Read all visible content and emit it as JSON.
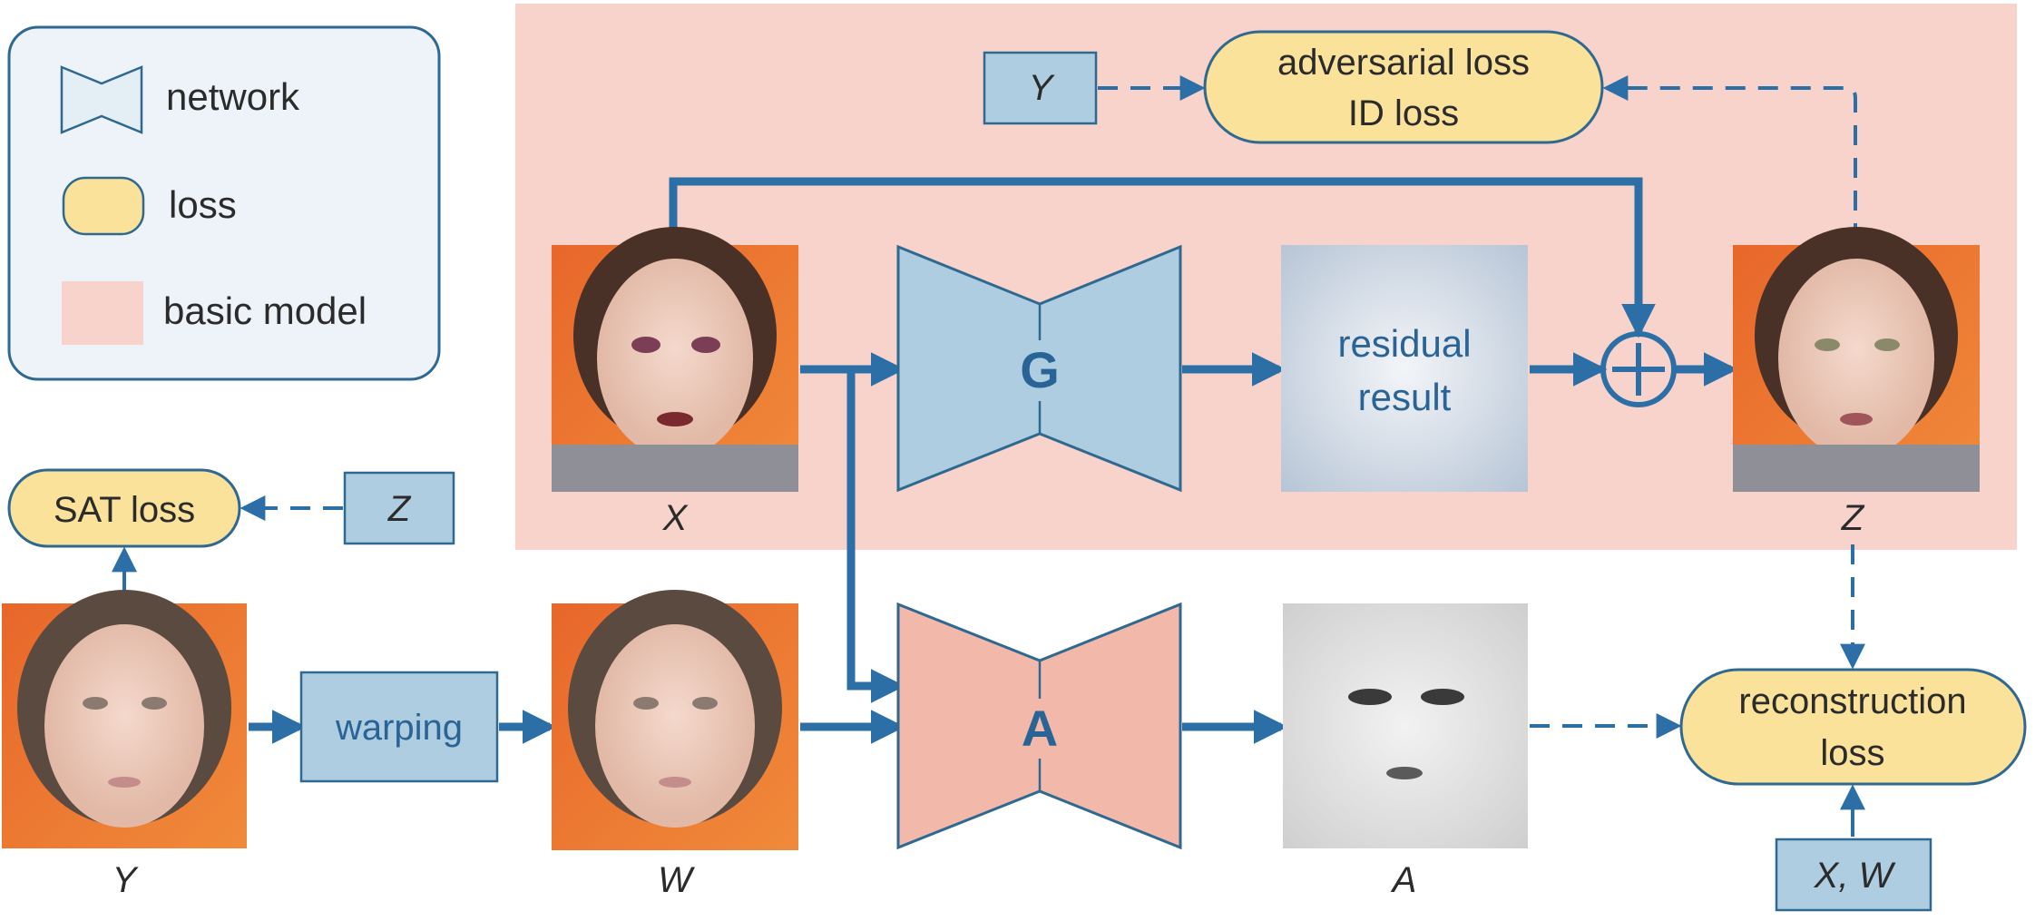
{
  "colors": {
    "blue_box": "#aecde0",
    "blue_stroke": "#2f6891",
    "arrow": "#2b6fa6",
    "loss_fill": "#fbe29a",
    "basic_model_bg": "#f7d3cb",
    "attention_net": "#f2b9aa",
    "legend_bg": "#edf3f9",
    "text_blue": "#2a6496",
    "text_dark": "#2b2b2b"
  },
  "legend": {
    "network_label": "network",
    "loss_label": "loss",
    "basic_model_label": "basic model"
  },
  "top": {
    "y_box": "Y",
    "loss_line1": "adversarial loss",
    "loss_line2": "ID loss"
  },
  "images": {
    "x_caption": "X",
    "z_caption": "Z",
    "y_caption": "Y",
    "w_caption": "W",
    "a_caption": "A"
  },
  "networks": {
    "generator_label": "G",
    "attention_label": "A"
  },
  "residual": {
    "line1": "residual",
    "line2": "result"
  },
  "left": {
    "sat_loss": "SAT loss",
    "z_box": "Z",
    "warping": "warping"
  },
  "reconstruction": {
    "line1": "reconstruction",
    "line2": "loss",
    "input_box": "X, W"
  }
}
